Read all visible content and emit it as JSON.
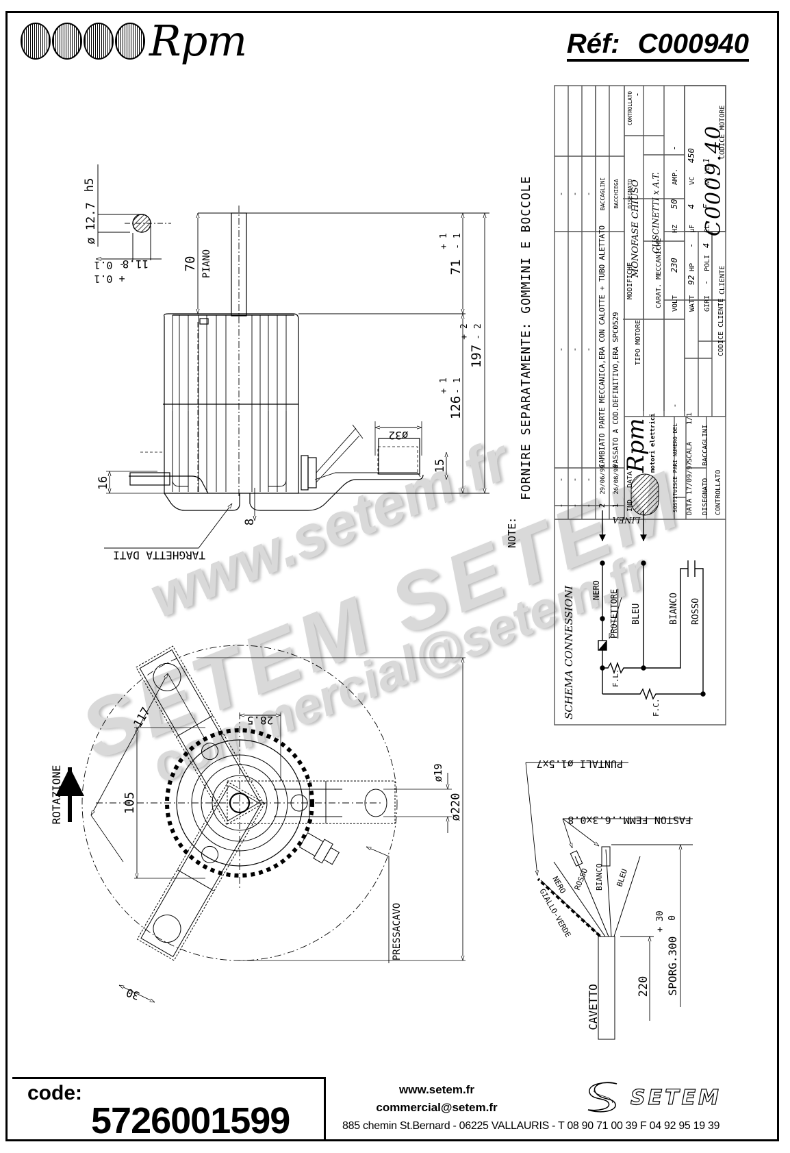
{
  "header": {
    "brand": "Rpm",
    "ref_label": "Réf:",
    "ref_value": "C000940"
  },
  "drawing": {
    "shaft": {
      "diameter": "ø 12.7",
      "tolerance_class": "h5",
      "flat": "11.8",
      "flat_tol_plus": "+ 0.1",
      "flat_tol_minus": "- 0.1"
    },
    "side_view": {
      "dim_70": "70",
      "piano": "PIANO",
      "dim_71": "71",
      "dim_71_tol_plus": "+ 1",
      "dim_71_tol_minus": "- 1",
      "dim_197": "197",
      "dim_197_tol_plus": "+ 2",
      "dim_197_tol_minus": "- 2",
      "dim_126": "126",
      "dim_126_tol_plus": "+ 1",
      "dim_126_tol_minus": "- 1",
      "dim_32": "ø32",
      "dim_15": "15",
      "dim_16": "16",
      "dim_8": "8",
      "targhetta": "TARGHETTA DATI"
    },
    "note_label": "NOTE:",
    "note_text": "FORNIRE SEPARATAMENTE: GOMMINI E BOCCOLE",
    "front_view": {
      "rotazione": "ROTAZIONE",
      "dim_117": "117",
      "dim_28_5": "28.5",
      "dim_105": "105",
      "dim_19": "ø19",
      "dim_220": "ø220",
      "dim_30": "30",
      "pressacavo": "PRESSACAVO"
    },
    "cable": {
      "puntali": "PUNTALI ø1.5x7",
      "faston": "FASTON FEMM..6.3x0.8",
      "wires": [
        "GIALLO-VERDE",
        "NERO",
        "ROSSO",
        "BIANCO",
        "BLEU"
      ],
      "cavetto": "CAVETTO",
      "dim_220": "220",
      "sporg": "SPORG.300",
      "sporg_tol_plus": "+ 30",
      "sporg_tol_minus": "0"
    }
  },
  "title_block": {
    "revisions": [
      {
        "ind": "-",
        "data": "-",
        "text": "-",
        "sign": "-"
      },
      {
        "ind": "-",
        "data": "-",
        "text": "-",
        "sign": "-"
      },
      {
        "ind": "-",
        "data": "-",
        "text": "-",
        "sign": "-"
      },
      {
        "ind": "2",
        "data": "29/06/99",
        "text": "CAMBIATO PARTE MECCANICA,ERA CON CALOTTE + TUBO ALETTATO",
        "sign": "BACCAGLINI"
      },
      {
        "ind": "1",
        "data": "26/08/98",
        "text": "PASSATO A COD.DEFINITIVO,ERA SPC0529",
        "sign": "BACCHIEGA"
      }
    ],
    "rev_headers": {
      "ind": "IND",
      "data": "DATA",
      "modifiche": "MODIFICHE",
      "disegnato": "DISEGNATO",
      "controllato": "CONTROLLATO"
    },
    "company": {
      "name": "Rpm",
      "subtitle": "motori elettrici"
    },
    "sostituisce_label": "SOSTITUISCE PARI NUMERO DEL",
    "sostituisce_value": "-",
    "data_label": "DATA",
    "data_value": "17/09/97",
    "scala_label": "SCALA",
    "scala_value": "1/1",
    "disegnato_label": "DISEGNATO",
    "disegnato_value": "BACCAGLINI",
    "controllato_label": "CONTROLLATO",
    "tipo_motore_label": "TIPO MOTORE",
    "tipo_motore_value": "MONOFASE CHIUSO",
    "carat_label": "CARAT. MECCANICHE",
    "carat_value": "CUSCINETTI x A.T.",
    "ctrl_value": "-",
    "specs": {
      "volt_label": "VOLT",
      "volt": "230",
      "hz_label": "HZ",
      "hz": "50",
      "amp_label": "AMP.",
      "amp": "-",
      "watt_label": "WATT",
      "watt": "92",
      "hp_label": "HP",
      "hp": "-",
      "uf_label": "µF",
      "uf": "4",
      "vc_label": "VC",
      "vc": "450",
      "giri_label": "GIRI",
      "giri": "-",
      "poli_label": "POLI",
      "poli": "4",
      "cl_label": "CL.",
      "cl": "F",
      "nvel_label": "Nº VEL.",
      "nvel": "1"
    },
    "cliente_label": "CLIENTE",
    "codice_cliente_label": "CODICE CLIENTE",
    "codice_motore_label": "CODICE MOTORE",
    "codice_motore_value": "C0009.40"
  },
  "schema": {
    "title": "SCHEMA CONNESSIONI",
    "linea": "LINEA",
    "nero": "NERO",
    "protettore": "PROTETTORE",
    "bleu": "BLEU",
    "bianco": "BIANCO",
    "rosso": "ROSSO",
    "fl": "F.L.",
    "fc": "F.C."
  },
  "watermark": {
    "line1": "www.setem.fr",
    "line2": "SETEM  SETEM",
    "line3": "commercial@setem.fr"
  },
  "footer": {
    "code_label": "code:",
    "code_value": "5726001599",
    "website": "www.setem.fr",
    "email": "commercial@setem.fr",
    "address": "885 chemin St.Bernard  -  06225 VALLAURIS  -  T 08 90 71 00 39   F 04 92 95 19 39",
    "brand": "SETEM"
  }
}
